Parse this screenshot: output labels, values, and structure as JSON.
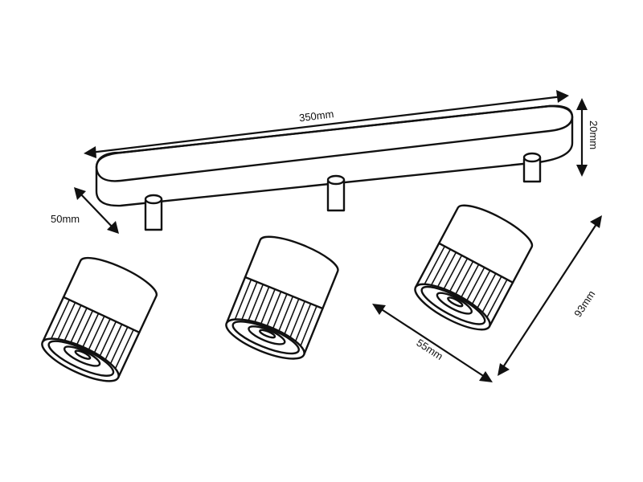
{
  "dimensions": {
    "length": "350mm",
    "base_height": "20mm",
    "spot_diameter": "50mm",
    "spot_depth": "55mm",
    "spot_length": "93mm"
  },
  "spotlights": [
    {
      "name": "left-spotlight"
    },
    {
      "name": "middle-spotlight"
    },
    {
      "name": "right-spotlight"
    }
  ]
}
